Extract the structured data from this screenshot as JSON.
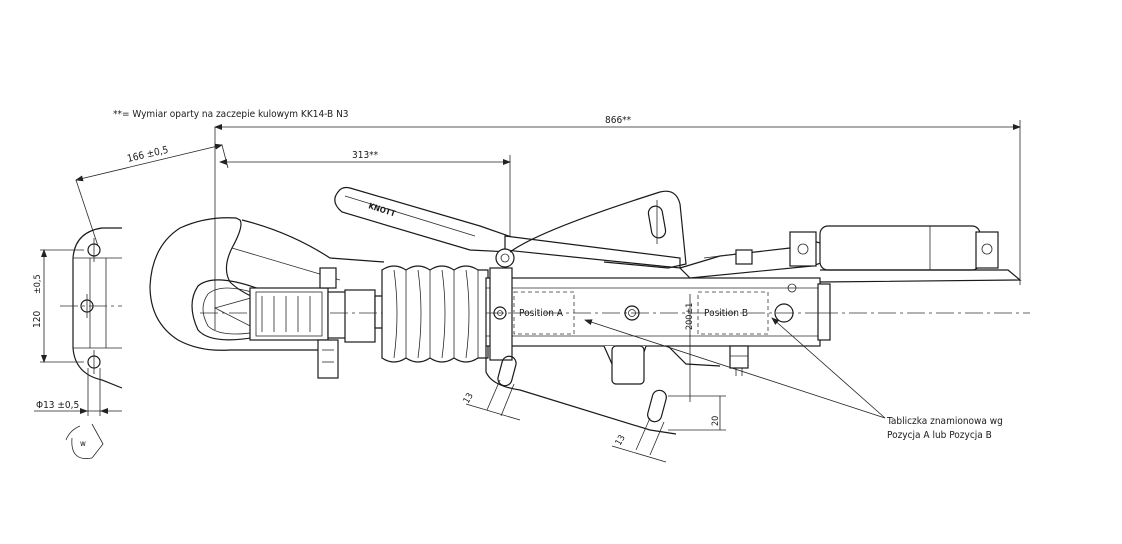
{
  "note": "**= Wymiar oparty na zaczepie kulowym KK14-B N3",
  "dimensions": {
    "overall_length": "866**",
    "ball_to_handle": "313**",
    "head_offset": "166 ±0,5",
    "hole_spacing": "120",
    "hole_spacing_tol": "±0,5",
    "hole_diameter": "Φ13 ±0,5",
    "slot_width_1": "13",
    "slot_width_2": "13",
    "slot_offset": "20",
    "tube_height": "200±1"
  },
  "labels": {
    "position_a": "Position A",
    "position_b": "Position B",
    "brand": "KNOTT",
    "nameplate_line1": "Tabliczka znamionowa wg",
    "nameplate_line2": "Pozycja A lub Pozycja B"
  },
  "colors": {
    "line": "#1a1a1a",
    "background": "#ffffff"
  }
}
